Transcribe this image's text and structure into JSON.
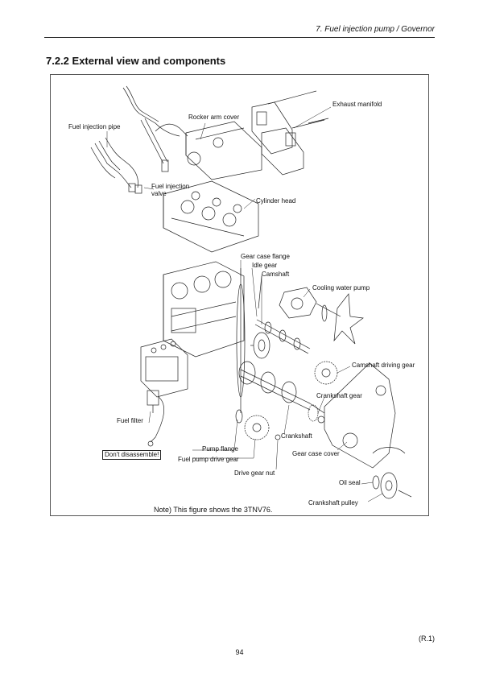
{
  "header": {
    "chapter_title": "7.  Fuel injection pump / Governor"
  },
  "section": {
    "title": "7.2.2 External view and components"
  },
  "figure": {
    "labels": {
      "exhaust_manifold": "Exhaust manifold",
      "rocker_arm_cover": "Rocker arm cover",
      "fuel_injection_pipe": "Fuel injection pipe",
      "fuel_injection_valve": "Fuel injection\nvalve",
      "cylinder_head": "Cylinder head",
      "gear_case_flange": "Gear case flange",
      "idle_gear": "Idle gear",
      "camshaft": "Camshaft",
      "cooling_water_pump": "Cooling water pump",
      "camshaft_driving_gear": "Camshaft driving gear",
      "crankshaft_gear": "Crankshaft gear",
      "fuel_filter": "Fuel filter",
      "crankshaft": "Crankshaft",
      "pump_flange": "Pump flange",
      "fuel_pump_drive_gear": "Fuel pump drive gear",
      "gear_case_cover": "Gear case cover",
      "drive_gear_nut": "Drive gear nut",
      "oil_seal": "Oil seal",
      "crankshaft_pulley": "Crankshaft pulley"
    },
    "warning": "Don't disassemble!",
    "note": "Note) This figure shows the 3TNV76."
  },
  "footer": {
    "revision": "(R.1)",
    "page_number": "94"
  }
}
